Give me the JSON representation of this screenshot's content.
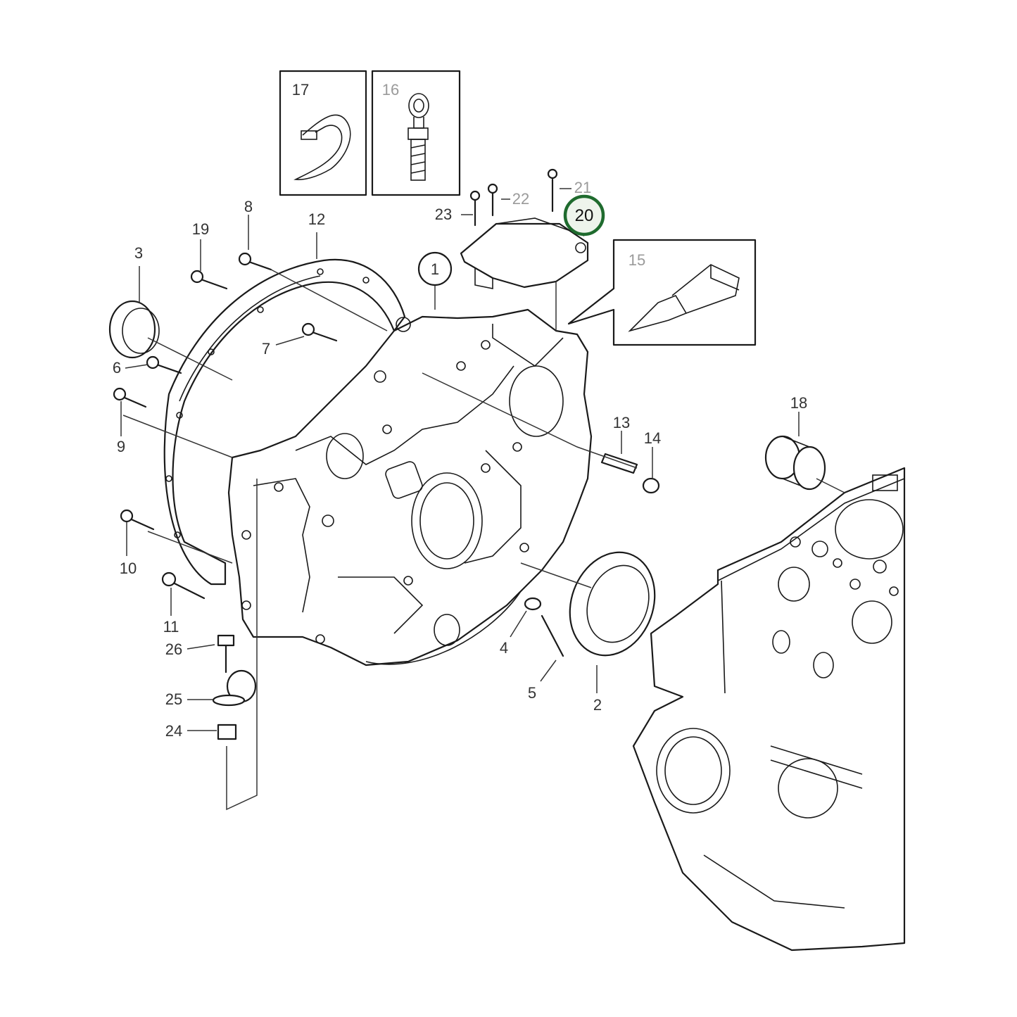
{
  "labels": {
    "p1": "1",
    "p2": "2",
    "p3": "3",
    "p4": "4",
    "p5": "5",
    "p6": "6",
    "p7": "7",
    "p8": "8",
    "p9": "9",
    "p10": "10",
    "p11": "11",
    "p12": "12",
    "p13": "13",
    "p14": "14",
    "p15": "15",
    "p16": "16",
    "p17": "17",
    "p18": "18",
    "p19": "19",
    "p20": "20",
    "p21": "21",
    "p22": "22",
    "p23": "23",
    "p24": "24",
    "p25": "25",
    "p26": "26"
  },
  "highlight": {
    "part": "20",
    "ring_color": "#1f6b2e",
    "fill_color": "#eef4ec"
  }
}
